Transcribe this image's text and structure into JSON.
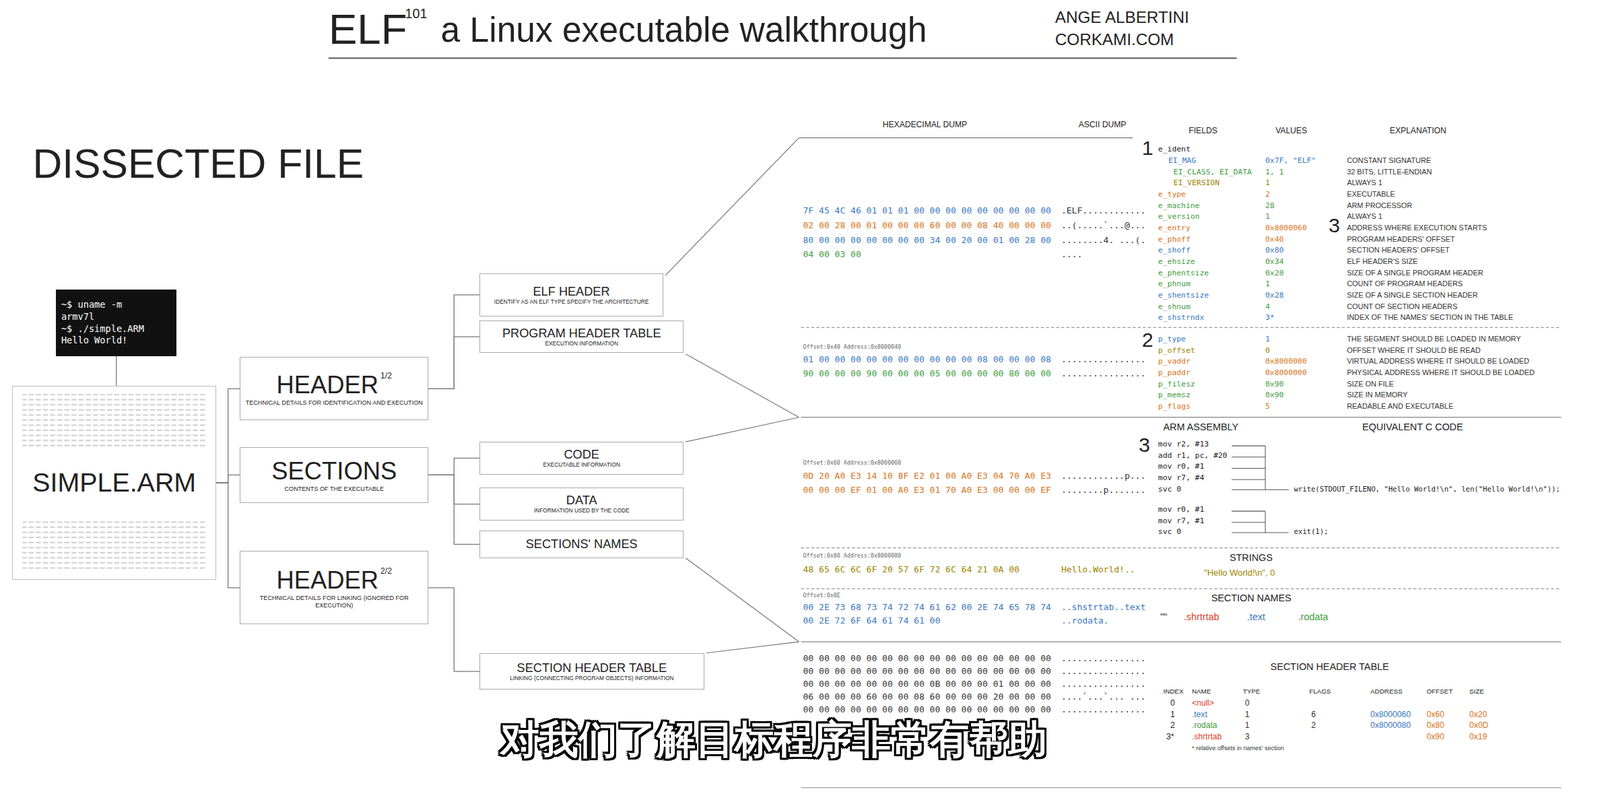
{
  "diagram": {
    "title": "a Linux executable walkthrough",
    "caption": "对我们了解目标程序非常有帮助",
    "nodes": [
      {
        "text": [
          "~$ uname -m",
          "armv7l",
          "~$ ./simple.ARM",
          "Hello World!"
        ]
      },
      {
        "text": [
          "SIMPLE.ARM"
        ]
      },
      {
        "text": [
          "HEADER",
          "1/2",
          "TECHNICAL DETAILS FOR IDENTIFICATION AND EXECUTION"
        ]
      },
      {
        "text": [
          "SECTIONS",
          "CONTENTS OF THE EXECUTABLE"
        ]
      },
      {
        "text": [
          "HEADER",
          "2/2",
          "TECHNICAL DETAILS FOR LINKING (IGNORED FOR EXECUTION)"
        ]
      },
      {
        "text": [
          "ELF HEADER",
          "IDENTIFY AS AN ELF TYPE SPECIFY THE ARCHITECTURE"
        ]
      },
      {
        "text": [
          "PROGRAM HEADER TABLE",
          "EXECUTION INFORMATION"
        ]
      },
      {
        "text": [
          "CODE",
          "EXECUTABLE INFORMATION"
        ]
      },
      {
        "text": [
          "DATA",
          "INFORMATION USED BY THE CODE"
        ]
      },
      {
        "text": [
          "SECTIONS' NAMES"
        ]
      },
      {
        "text": [
          "SECTION HEADER TABLE",
          "LINKING (CONNECTING PROGRAM OBJECTS) INFORMATION"
        ]
      }
    ],
    "edges": [
      {
        "from": 0,
        "to": 1,
        "arrow": "none"
      },
      {
        "from": 1,
        "to": 2,
        "arrow": "none"
      },
      {
        "from": 1,
        "to": 3,
        "arrow": "none"
      },
      {
        "from": 1,
        "to": 4,
        "arrow": "none"
      },
      {
        "from": 2,
        "to": 5,
        "arrow": "none"
      },
      {
        "from": 2,
        "to": 6,
        "arrow": "none"
      },
      {
        "from": 3,
        "to": 7,
        "arrow": "none"
      },
      {
        "from": 3,
        "to": 8,
        "arrow": "none"
      },
      {
        "from": 3,
        "to": 9,
        "arrow": "none"
      },
      {
        "from": 4,
        "to": 10,
        "arrow": "none"
      }
    ],
    "labels": [
      "ELF",
      "101",
      "ANGE ALBERTINI",
      "CORKAMI.COM",
      "DISSECTED FILE",
      "HEXADECIMAL DUMP",
      "ASCII DUMP",
      "FIELDS",
      "VALUES",
      "EXPLANATION",
      "7F 45 4C 46 01 01 01 00 00 00 00 00 00 00 00 00",
      "02 00 28 00 01 00 00 00 60 00 00 08 40 00 00 00",
      "80 00 00 00 00 00 00 00 34 00 20 00 01 00 28 00",
      "04 00 03 00",
      ".ELF............",
      "..(.....`...@...",
      "........4. ...(.",
      "....",
      "1",
      "e_ident",
      "EI_MAG",
      "EI_CLASS, EI_DATA",
      "EI_VERSION",
      "e_type",
      "e_machine",
      "e_version",
      "e_entry",
      "e_phoff",
      "e_shoff",
      "e_ehsize",
      "e_phentsize",
      "e_phnum",
      "e_shentsize",
      "e_shnum",
      "e_shstrndx",
      "0x7F, \"ELF\"",
      "1, 1",
      "1",
      "2",
      "28",
      "1",
      "0x8000060",
      "0x40",
      "0x80",
      "0x34",
      "0x20",
      "1",
      "0x28",
      "4",
      "3*",
      "3",
      "CONSTANT SIGNATURE",
      "32 BITS, LITTLE-ENDIAN",
      "ALWAYS 1",
      "EXECUTABLE",
      "ARM PROCESSOR",
      "ALWAYS 1",
      "ADDRESS WHERE EXECUTION STARTS",
      "PROGRAM HEADERS' OFFSET",
      "SECTION HEADERS' OFFSET",
      "ELF HEADER'S SIZE",
      "SIZE OF A SINGLE PROGRAM HEADER",
      "COUNT OF PROGRAM HEADERS",
      "SIZE OF A SINGLE SECTION HEADER",
      "COUNT OF SECTION HEADERS",
      "INDEX OF THE NAMES' SECTION IN THE TABLE",
      "Offset:0x40 Address:0x8000040",
      "01 00 00 00 00 00 00 00 00 00 00 08 00 00 00 08",
      "90 00 00 00 90 00 00 00 05 00 00 00 00 80 00 00",
      "................",
      "................",
      "2",
      "p_type",
      "p_offset",
      "p_vaddr",
      "p_paddr",
      "p_filesz",
      "p_memsz",
      "p_flags",
      "1",
      "0",
      "0x8000000",
      "0x8000000",
      "0x90",
      "0x90",
      "5",
      "THE SEGMENT SHOULD BE LOADED IN MEMORY",
      "OFFSET WHERE IT SHOULD BE READ",
      "VIRTUAL ADDRESS WHERE IT SHOULD BE LOADED",
      "PHYSICAL ADDRESS WHERE IT SHOULD BE LOADED",
      "SIZE ON FILE",
      "SIZE IN MEMORY",
      "READABLE AND EXECUTABLE",
      "Offset:0x60 Address:0x8000060",
      "0D 20 A0 E3 14 10 8F E2 01 00 A0 E3 04 70 A0 E3",
      "00 00 00 EF 01 00 A0 E3 01 70 A0 E3 00 00 00 EF",
      "............p...",
      "........p.......",
      "ARM ASSEMBLY",
      "EQUIVALENT C CODE",
      "3",
      "mov r2, #13",
      "add r1, pc, #20",
      "mov r0, #1",
      "mov r7, #4",
      "svc 0",
      "mov r0, #1",
      "mov r7, #1",
      "svc 0",
      "write(STDOUT_FILENO, \"Hello World!\\n\", len(\"Hello World!\\n\"));",
      "exit(1);",
      "Offset:0x80 Address:0x8000080",
      "48 65 6C 6C 6F 20 57 6F 72 6C 64 21 0A 00",
      "Hello.World!..",
      "STRINGS",
      "\"Hello World!\\n\", 0",
      "Offset:0x8E",
      "00 2E 73 68 73 74 72 74 61 62 00 2E 74 65 78 74",
      "00 2E 72 6F 64 61 74 61 00",
      "..shstrtab..text",
      "..rodata.",
      "SECTION NAMES",
      "\"\"",
      ".shrtrtab",
      ".text",
      ".rodata",
      "00 00 00 00 00 00 00 00 00 00 00 00 00 00 00 00",
      "00 00 00 00 00 00 00 00 00 00 00 00 00 00 00 00",
      "00 00 00 00 00 00 00 00 0B 00 00 00 01 00 00 00",
      "06 00 00 00 60 00 00 08 60 00 00 00 20 00 00 00",
      "00 00 00 00 00 00 00 00 00 00 00 00 00 00 00 00",
      "................",
      "................",
      "................",
      "....`...`... ...",
      "................",
      "SECTION HEADER TABLE",
      "INDEX",
      "NAME",
      "TYPE",
      "FLAGS",
      "ADDRESS",
      "OFFSET",
      "SIZE",
      "0",
      "<null>",
      "0",
      "1",
      ".text",
      "1",
      "6",
      "0x8000060",
      "0x60",
      "0x20",
      "2",
      ".rodata",
      "1",
      "2",
      "0x8000080",
      "0x80",
      "0x0D",
      "3*",
      ".shrtrtab",
      "3",
      "0x90",
      "0x19",
      "* relative offsets in names' section"
    ]
  }
}
